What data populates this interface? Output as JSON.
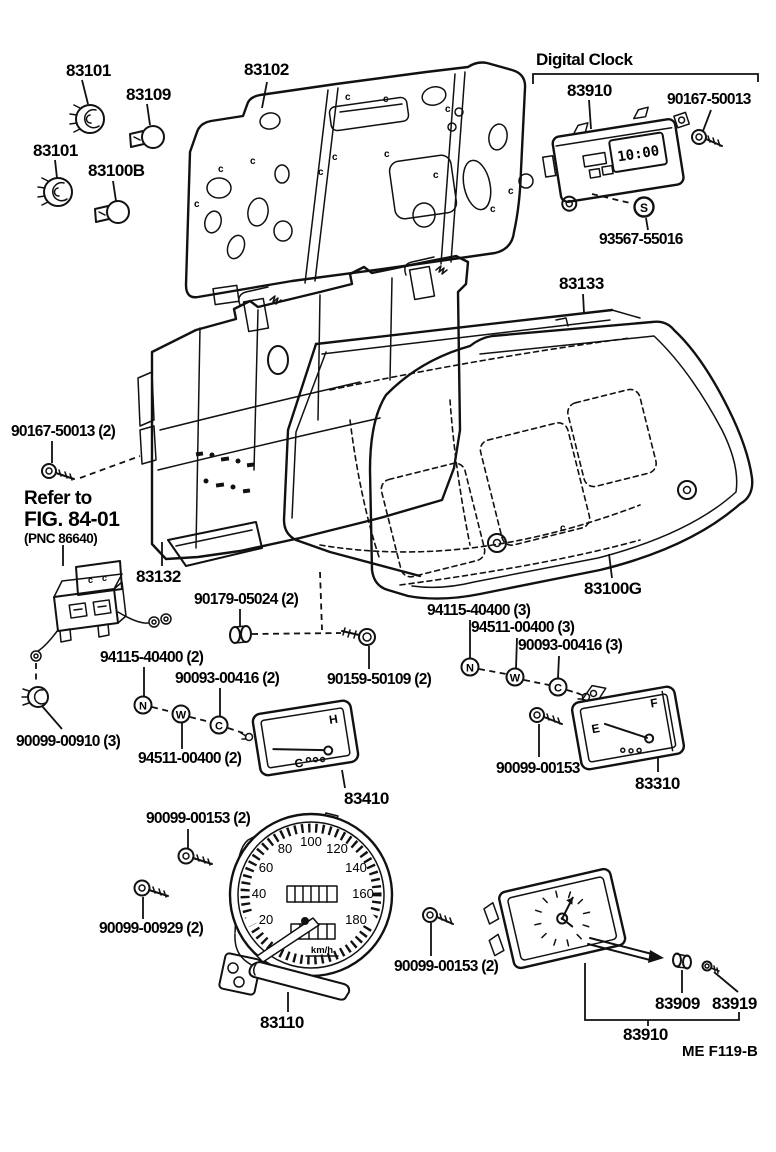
{
  "figure": {
    "code": "ME F119-B"
  },
  "labels": {
    "socket_1": "83101",
    "bulb_1": "83109",
    "socket_2": "83101",
    "bulb_2": "83100B",
    "circuit_plate": "83102",
    "digital_clock_title": "Digital Clock",
    "digital_clock_unit": "83910",
    "digital_clock_screw": "90167-50013",
    "digital_clock_ring": "93567-55016",
    "lens": "83133",
    "case_screw": "90167-50013 (2)",
    "refer_to": "Refer to",
    "refer_fig": "FIG. 84-01",
    "refer_pnc": "(PNC 86640)",
    "case": "83132",
    "front_panel": "83100G",
    "grommet": "90179-05024 (2)",
    "nut_right": "94115-40400 (3)",
    "spring_washer_right": "94511-00400 (3)",
    "plain_washer_right": "90093-00416 (3)",
    "nut_left": "94115-40400 (2)",
    "plain_washer_left": "90093-00416 (2)",
    "meter_screw": "90159-50109 (2)",
    "socket_wire": "90099-00910 (3)",
    "spring_washer_left": "94511-00400 (2)",
    "fuel_screw": "90099-00153",
    "fuel_gauge": "83310",
    "temp_gauge": "83410",
    "speedo_screw_a": "90099-00153 (2)",
    "speedo_screw_b": "90099-00929 (2)",
    "clock_screw_b": "90099-00153 (2)",
    "speedometer": "83110",
    "clock_knob": "83909",
    "clock_set_screw": "83919",
    "clock_unit": "83910"
  },
  "speedometer": {
    "numbers": [
      "20",
      "40",
      "60",
      "80",
      "100",
      "120",
      "140",
      "160",
      "180"
    ],
    "unit": "km/h"
  },
  "temp_gauge_face": {
    "cold": "C",
    "hot": "H"
  },
  "fuel_gauge_face": {
    "empty": "E",
    "full": "F"
  },
  "digital_clock": {
    "display": "10:00"
  },
  "symbols": {
    "nut": "N",
    "spring_washer": "W",
    "washer": "C",
    "ring": "S",
    "hole_mark": "c"
  }
}
